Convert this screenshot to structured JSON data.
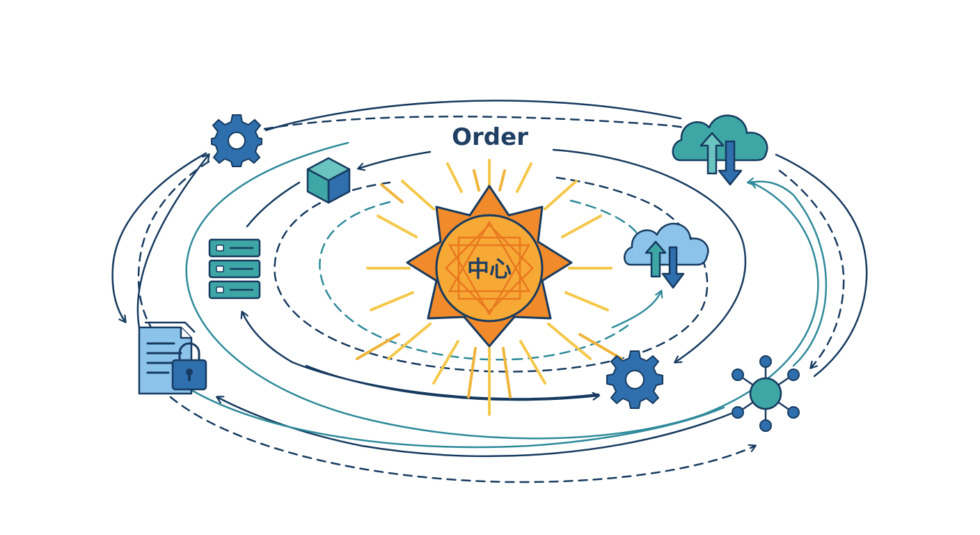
{
  "diagram": {
    "title": "Order",
    "center_label": "中心",
    "colors": {
      "navy": "#163a5f",
      "teal": "#2e8a9a",
      "sun_fill": "#f7a936",
      "sun_points": "#f08a2a",
      "ray": "#f5c84a",
      "text_dark": "#1f3f63",
      "icon_blue": "#2f6fae",
      "icon_light_blue": "#8cc3ea",
      "icon_teal": "#3ea6a5"
    },
    "nodes": [
      {
        "id": "gear-top-left",
        "icon": "gear-icon"
      },
      {
        "id": "cube",
        "icon": "cube-icon"
      },
      {
        "id": "server-stack",
        "icon": "server-icon"
      },
      {
        "id": "secure-document",
        "icon": "document-lock-icon"
      },
      {
        "id": "cloud-sync-top-right",
        "icon": "cloud-sync-icon"
      },
      {
        "id": "cloud-sync-inner",
        "icon": "cloud-sync-icon"
      },
      {
        "id": "gear-bottom",
        "icon": "gear-icon"
      },
      {
        "id": "network-hub",
        "icon": "network-hub-icon"
      }
    ]
  }
}
